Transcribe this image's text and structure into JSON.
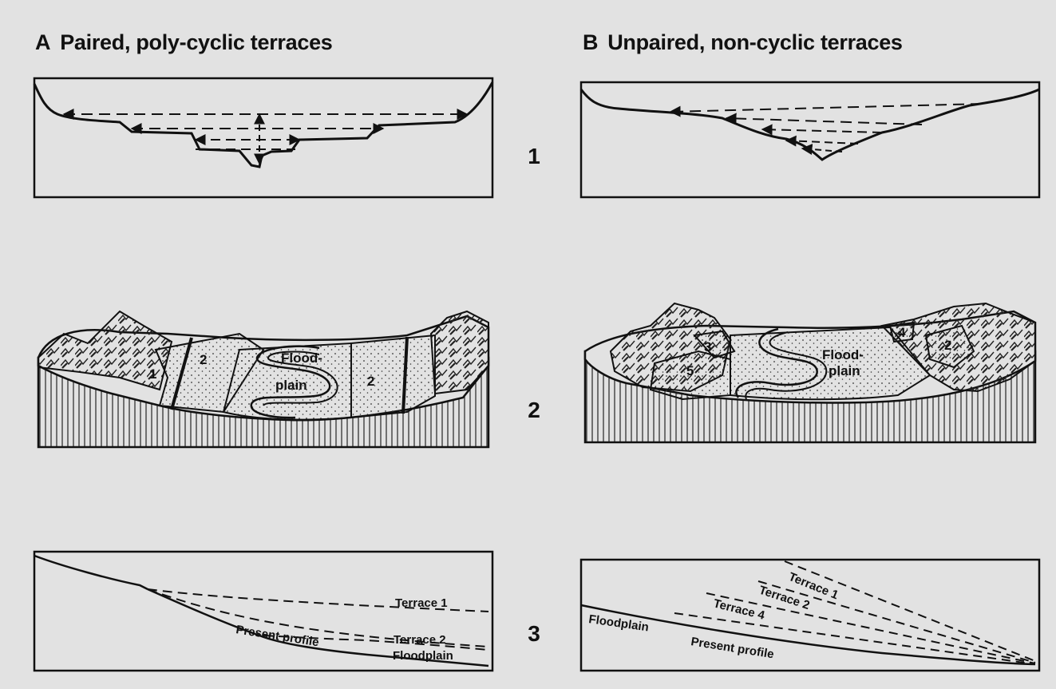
{
  "panels": {
    "a": {
      "letter": "A",
      "title": "Paired, poly-cyclic terraces"
    },
    "b": {
      "letter": "B",
      "title": "Unpaired, non-cyclic terraces"
    }
  },
  "row_labels": [
    "1",
    "2",
    "3"
  ],
  "block_labels": {
    "a": {
      "t1": "1",
      "t2_left": "2",
      "t2_right": "2",
      "flood_1": "Flood-",
      "flood_2": "plain"
    },
    "b": {
      "t3": "3",
      "t4": "4",
      "t2": "2",
      "t5": "5",
      "flood_1": "Flood-",
      "flood_2": "plain"
    }
  },
  "profile_labels": {
    "a": {
      "terrace1": "Terrace 1",
      "terrace2": "Terrace 2",
      "floodplain": "Floodplain",
      "present": "Present profile"
    },
    "b": {
      "terrace1": "Terrace 1",
      "terrace2": "Terrace 2",
      "terrace4": "Terrace 4",
      "floodplain": "Floodplain",
      "present": "Present profile"
    }
  },
  "colors": {
    "ink": "#111111",
    "paper": "#e2e2e2",
    "ghost_text": "#bdbdbd"
  }
}
